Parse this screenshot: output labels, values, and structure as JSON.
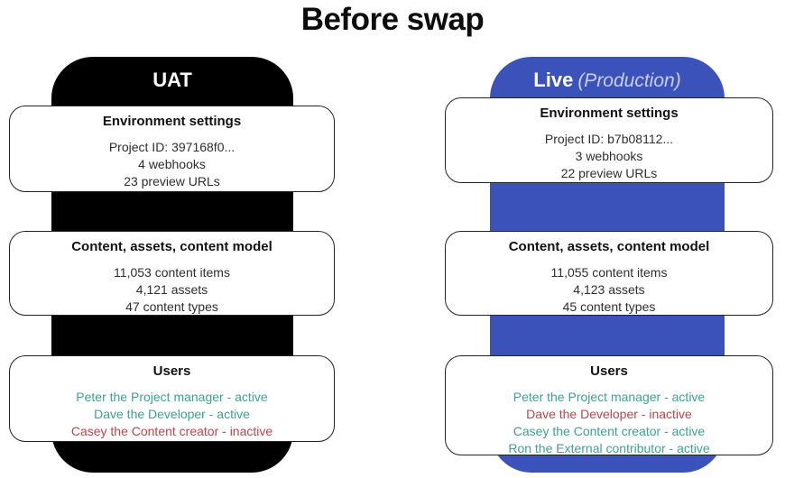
{
  "title": "Before swap",
  "colors": {
    "uat": "#000000",
    "live": "#3b52ba",
    "active": "#3da28f",
    "inactive": "#bf4449",
    "production": "#c9cfe8"
  },
  "columns": [
    {
      "id": "uat",
      "header": {
        "name": "UAT",
        "suffix": ""
      },
      "cards": [
        {
          "title": "Environment settings",
          "lines": [
            "Project ID: 397168f0...",
            "4 webhooks",
            "23 preview URLs"
          ]
        },
        {
          "title": "Content, assets, content model",
          "lines": [
            "11,053 content items",
            "4,121 assets",
            "47 content types"
          ]
        },
        {
          "title": "Users",
          "users": [
            {
              "text": "Peter the Project manager - active",
              "status": "active"
            },
            {
              "text": "Dave the Developer - active",
              "status": "active"
            },
            {
              "text": "Casey the Content creator - inactive",
              "status": "inactive"
            }
          ]
        }
      ]
    },
    {
      "id": "live",
      "header": {
        "name": "Live",
        "suffix": "(Production)"
      },
      "cards": [
        {
          "title": "Environment settings",
          "lines": [
            "Project ID: b7b08112...",
            "3 webhooks",
            "22 preview URLs"
          ]
        },
        {
          "title": "Content, assets, content model",
          "lines": [
            "11,055 content items",
            "4,123 assets",
            "45 content types"
          ]
        },
        {
          "title": "Users",
          "users": [
            {
              "text": "Peter the Project manager - active",
              "status": "active"
            },
            {
              "text": "Dave the Developer - inactive",
              "status": "inactive"
            },
            {
              "text": "Casey the Content creator - active",
              "status": "active"
            },
            {
              "text": "Ron the External contributor - active",
              "status": "active"
            }
          ]
        }
      ]
    }
  ]
}
